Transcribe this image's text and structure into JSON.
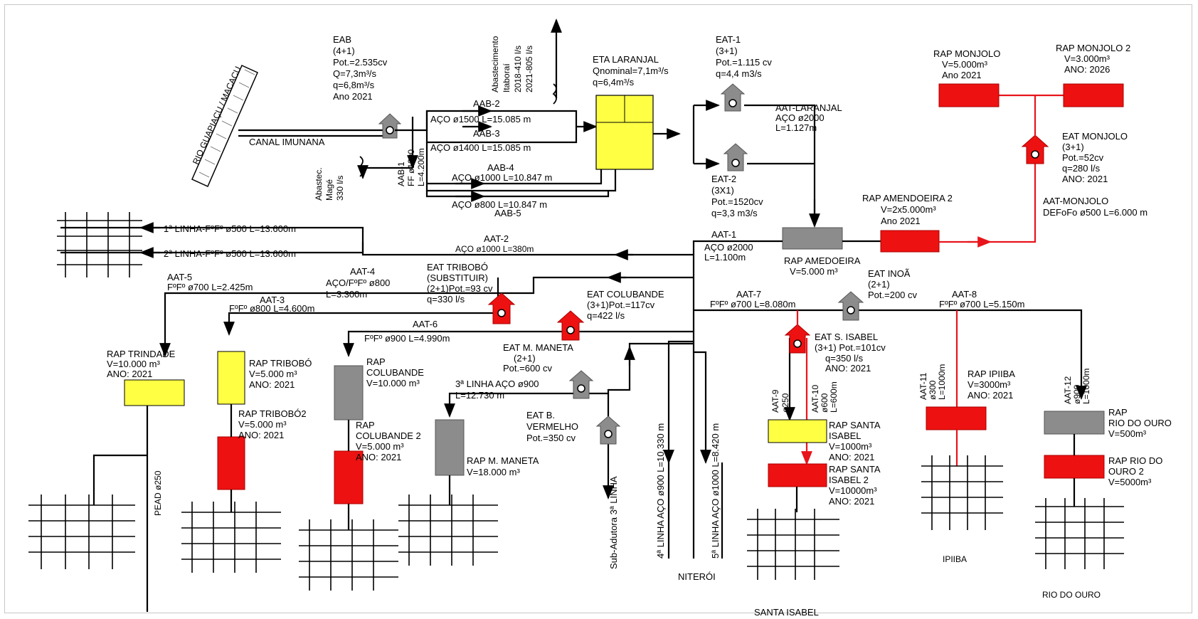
{
  "colors": {
    "new": "#ee1111",
    "existing": "#8c8c8c",
    "eta": "#ffff44",
    "line": "#000000",
    "red_line": "#e8141c"
  },
  "river": {
    "label": "RIO GUAPIAÇU / MACACU"
  },
  "canal": {
    "label": "CANAL IMUNANA"
  },
  "eab": {
    "lines": [
      "EAB",
      "(4+1)",
      "Pot.=2.535cv",
      "Q=7,3m³/s",
      "q=6,8m³/s",
      "Ano 2021"
    ]
  },
  "aab1": {
    "lines": [
      "AAB-1",
      "FF ø1200",
      "L=4.200m"
    ]
  },
  "mage": {
    "lines": [
      "Abastec.",
      "Magé",
      "330 l/s"
    ]
  },
  "itaborai": {
    "lines": [
      "Abastecimento",
      "Itaboraí",
      "2018-410 l/s",
      "2021-805 l/s"
    ]
  },
  "aab2": {
    "name": "AAB-2",
    "spec": "AÇO ø1500 L=15.085 m"
  },
  "aab3": {
    "name": "AAB-3",
    "spec": "AÇO ø1400 L=15.085 m"
  },
  "aab4": {
    "name": "AAB-4",
    "spec": "AÇO ø1000 L=10.847 m"
  },
  "aab5": {
    "name": "AAB-5",
    "spec": "AÇO ø800 L=10.847 m"
  },
  "eta": {
    "lines": [
      "ETA LARANJAL",
      "Qnominal=7,1m³/s",
      "q=6,4m³/s"
    ]
  },
  "eat1": {
    "lines": [
      "EAT-1",
      "(3+1)",
      "Pot.=1.115 cv",
      "q=4,4 m3/s"
    ]
  },
  "eat2": {
    "lines": [
      "EAT-2",
      "(3X1)",
      "Pot.=1520cv",
      "q=3,3 m3/s"
    ]
  },
  "aat_laranjal": {
    "lines": [
      "AAT-LARANJAL",
      "AÇO ø2000",
      "L=1.127m"
    ]
  },
  "rap_monjolo": {
    "lines": [
      "RAP MONJOLO",
      "V=5.000m³",
      "Ano 2021"
    ]
  },
  "rap_monjolo2": {
    "lines": [
      "RAP MONJOLO 2",
      "V=3.000m³",
      "ANO: 2026"
    ]
  },
  "eat_monjolo": {
    "lines": [
      "EAT MONJOLO",
      "(3+1)",
      "Pot.=52cv",
      "q=280 l/s",
      "ANO: 2021"
    ]
  },
  "aat_monjolo": {
    "lines": [
      "AAT-MONJOLO",
      "DEFoFo ø500 L=6.000 m"
    ]
  },
  "rap_amendoeira2": {
    "lines": [
      "RAP AMENDOEIRA 2",
      "V=2x5.000m³",
      "Ano 2021"
    ]
  },
  "rap_amedoeira": {
    "lines": [
      "RAP AMEDOEIRA",
      "V=5.000 m³"
    ]
  },
  "aat1": {
    "lines": [
      "AAT-1",
      "AÇO ø2000",
      "L=1.100m"
    ]
  },
  "linha1": {
    "label": "1ª LINHA-FºFº ø500 L=13.600m"
  },
  "linha2": {
    "label": "2ª LINHA-FºFº ø500 L=13.600m"
  },
  "aat2": {
    "name": "AAT-2",
    "spec": "AÇO ø1000 L=380m"
  },
  "aat5": {
    "name": "AAT-5",
    "spec": "FºFº ø700 L=2.425m"
  },
  "aat4": {
    "lines": [
      "AAT-4",
      "AÇO/FºFº ø800",
      "L=3.300m"
    ]
  },
  "aat3": {
    "name": "AAT-3",
    "spec": "FºFº ø800 L=4.600m"
  },
  "aat6": {
    "name": "AAT-6",
    "spec": "FºFº ø900 L=4.990m"
  },
  "aat7": {
    "name": "AAT-7",
    "spec": "FºFº ø700 L=8.080m"
  },
  "aat8": {
    "name": "AAT-8",
    "spec": "FºFº ø700 L=5.150m"
  },
  "eat_tribobo": {
    "lines": [
      "EAT TRIBOBÓ",
      "(SUBSTITUIR)",
      "(2+1)Pot.=93 cv",
      "q=330 l/s"
    ]
  },
  "eat_colubande": {
    "lines": [
      "EAT COLUBANDE",
      "(3+1)Pot.=117cv",
      "q=422 l/s"
    ]
  },
  "eat_inoa": {
    "lines": [
      "EAT INOÃ",
      "(2+1)",
      "Pot.=200 cv"
    ]
  },
  "eat_maneta": {
    "lines": [
      "EAT M. MANETA",
      "(2+1)",
      "Pot.=600 cv"
    ]
  },
  "linha3": {
    "lines": [
      "3ª LINHA AÇO ø900",
      "L=12.730 m"
    ]
  },
  "eat_vermelho": {
    "lines": [
      "EAT B.",
      "VERMELHO",
      "Pot.=350 cv"
    ]
  },
  "eat_sisabel": {
    "lines": [
      "EAT S. ISABEL",
      "(3+1) Pot.=101cv",
      "q=350 l/s",
      "ANO: 2021"
    ]
  },
  "rap_trindade": {
    "lines": [
      "RAP TRINDADE",
      "V=10.000 m³",
      "ANO: 2021"
    ]
  },
  "pead": {
    "label": "PEAD ø250"
  },
  "rap_tribobo": {
    "lines": [
      "RAP TRIBOBÓ",
      "V=5.000 m³",
      "ANO: 2021"
    ]
  },
  "rap_tribobo2": {
    "lines": [
      "RAP TRIBOBÓ2",
      "V=5.000 m³",
      "ANO: 2021"
    ]
  },
  "rap_colubande": {
    "lines": [
      "RAP",
      "COLUBANDE",
      "V=10.000 m³"
    ]
  },
  "rap_colubande2": {
    "lines": [
      "RAP",
      "COLUBANDE 2",
      "V=5.000 m³",
      "ANO: 2021"
    ]
  },
  "rap_maneta": {
    "lines": [
      "RAP M. MANETA",
      "V=18.000 m³"
    ]
  },
  "subadutora": {
    "label": "Sub-Adutora 3ª LINHA"
  },
  "linha4": {
    "label": "4ª LINHA AÇO ø900 L=10.330 m"
  },
  "linha5": {
    "label": "5ª LINHA AÇO ø1000 L=8.420 m"
  },
  "niteroi": {
    "label": "NITERÓI"
  },
  "aat9": {
    "lines": [
      "AAT-9",
      "ø250"
    ]
  },
  "aat10": {
    "lines": [
      "AAT-10",
      "ø600",
      "L=600m"
    ]
  },
  "rap_sisabel": {
    "lines": [
      "RAP SANTA",
      "ISABEL",
      "V=1000m³",
      "ANO: 2021"
    ]
  },
  "rap_sisabel2": {
    "lines": [
      "RAP SANTA",
      "ISABEL 2",
      "V=10000m³",
      "ANO: 2021"
    ]
  },
  "santa_isabel": {
    "label": "SANTA ISABEL"
  },
  "aat11": {
    "lines": [
      "AAT-11",
      "ø300",
      "L=1000m"
    ]
  },
  "rap_ipiiba": {
    "lines": [
      "RAP IPIIBA",
      "V=3000m³",
      "ANO: 2021"
    ]
  },
  "ipiiba": {
    "label": "IPIIBA"
  },
  "aat12": {
    "lines": [
      "AAT-12",
      "ø900",
      "L=1000m"
    ]
  },
  "rap_riodoouro": {
    "lines": [
      "RAP",
      "RIO DO OURO",
      "V=500m³"
    ]
  },
  "rap_riodoouro2": {
    "lines": [
      "RAP RIO DO",
      "OURO 2",
      "V=5000m³"
    ]
  },
  "rio_do_ouro": {
    "label": "RIO DO OURO"
  }
}
